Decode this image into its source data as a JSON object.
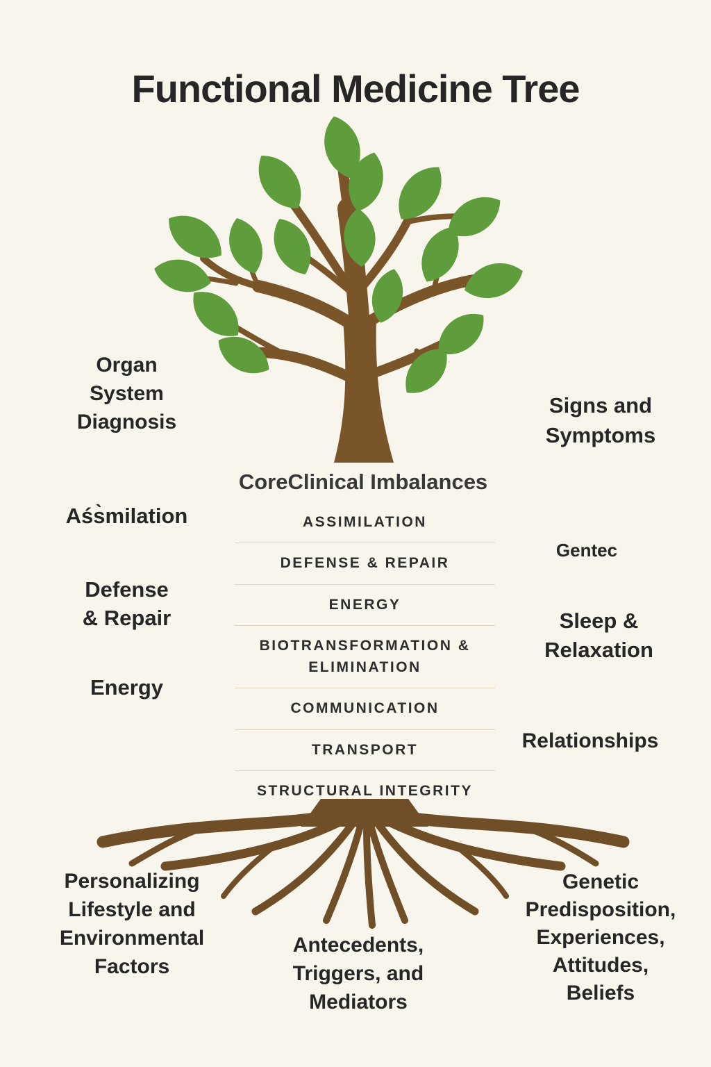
{
  "title": "Functional Medicine Tree",
  "colors": {
    "background": "#f8f5ec",
    "leaf": "#5f9c3c",
    "trunk": "#7a5529",
    "root": "#6f4e28",
    "text": "#262626",
    "divider": "#ded4bf"
  },
  "labels": {
    "left": [
      {
        "text": "Organ\nSystem\nDiagnosis"
      },
      {
        "text": "Aśs̀milation"
      },
      {
        "text": "Defense\n& Repair"
      },
      {
        "text": "Energy"
      }
    ],
    "right": [
      {
        "text": "Signs and\nSymptoms"
      },
      {
        "text": "Gentec"
      },
      {
        "text": "Sleep &\nRelaxation"
      },
      {
        "text": "Relationships"
      }
    ],
    "bottom": [
      {
        "text": "Personalizing\nLifestyle and\nEnvironmental\nFactors"
      },
      {
        "text": "Antecedents,\nTriggers, and\nMediators"
      },
      {
        "text": "Genetic\nPredisposition,\nExperiences,\nAttitudes,\nBeliefs"
      }
    ]
  },
  "core_list": {
    "heading": "CoreClinical Imbalances",
    "items": [
      "ASSIMILATION",
      "DEFENSE & REPAIR",
      "ENERGY",
      "BIOTRANSFORMATION & ELIMINATION",
      "COMMUNICATION",
      "TRANSPORT",
      "STRUCTURAL INTEGRITY"
    ]
  }
}
